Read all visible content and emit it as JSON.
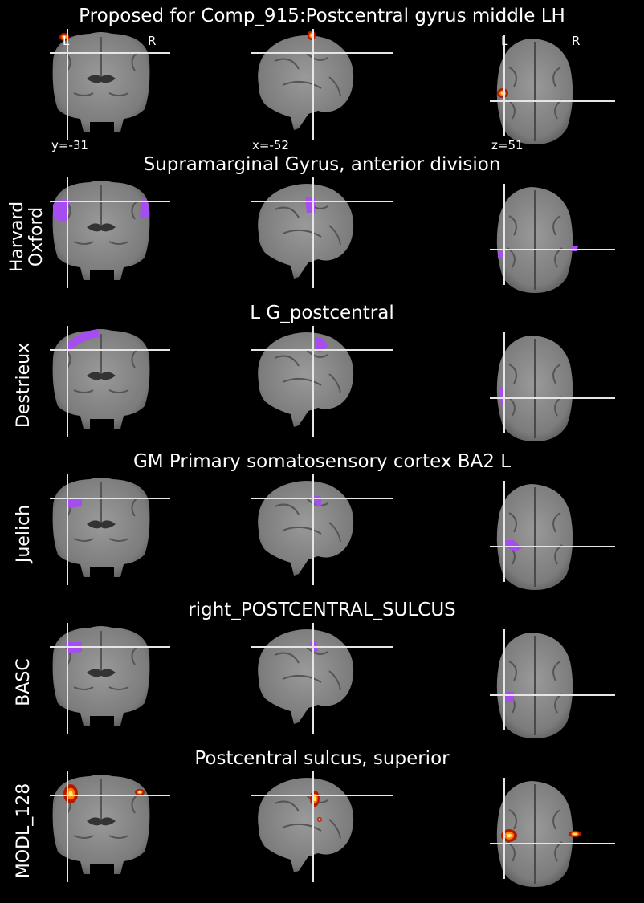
{
  "figure": {
    "rows": [
      {
        "title": "Proposed for Comp_915:Postcentral gyrus middle LH",
        "label": [],
        "overlay": "heat",
        "show_orientation": true
      },
      {
        "title": "Supramarginal Gyrus, anterior division",
        "label": [
          "Harvard",
          "Oxford"
        ],
        "overlay": "purple"
      },
      {
        "title": "L G_postcentral",
        "label": [
          "Destrieux"
        ],
        "overlay": "purple"
      },
      {
        "title": "GM Primary somatosensory cortex BA2 L",
        "label": [
          "Juelich"
        ],
        "overlay": "purple"
      },
      {
        "title": "right_POSTCENTRAL_SULCUS",
        "label": [
          "BASC"
        ],
        "overlay": "purple"
      },
      {
        "title": "Postcentral sulcus, superior",
        "label": [
          "MODL_128"
        ],
        "overlay": "heat"
      }
    ],
    "coords": {
      "coronal": "y=-31",
      "sagittal": "x=-52",
      "axial": "z=51"
    },
    "orientation": {
      "coronal_left": "L",
      "coronal_right": "R",
      "axial_left": "L",
      "axial_right": "R"
    },
    "colors": {
      "background": "#000000",
      "brain": "#8a8a8a",
      "crosshair": "#e6e6e6",
      "purple": "#a64df2",
      "heat_outer": "#b31a00",
      "heat_inner": "#ffe680"
    }
  }
}
